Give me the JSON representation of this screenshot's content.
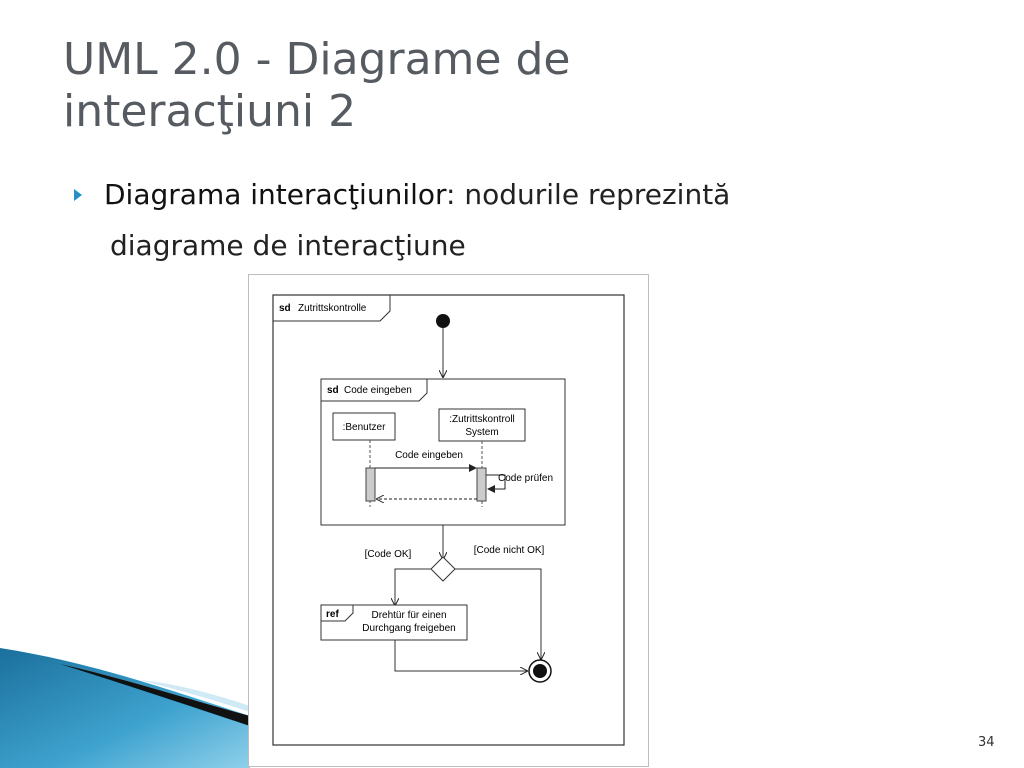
{
  "slide": {
    "title_line1": "UML 2.0 - Diagrame de",
    "title_line2": "interacţiuni 2",
    "bullet_term": "Diagrama interacţiunilor",
    "bullet_rest": ": nodurile reprezintă",
    "bullet_line2": "diagrame de interacţiune",
    "page_number": "34",
    "accent_color": "#2a8fc0"
  },
  "diagram": {
    "outer_frame_kw": "sd",
    "outer_frame_name": "Zutrittskontrolle",
    "inner_frame_kw": "sd",
    "inner_frame_name": "Code eingeben",
    "lifeline_1": ":Benutzer",
    "lifeline_2_line1": ":Zutrittskontroll",
    "lifeline_2_line2": "System",
    "msg_code_eingeben": "Code eingeben",
    "msg_code_pruefen": "Code prüfen",
    "guard_ok": "[Code OK]",
    "guard_not_ok": "[Code nicht OK]",
    "ref_kw": "ref",
    "ref_line1": "Drehtür für einen",
    "ref_line2": "Durchgang freigeben"
  }
}
